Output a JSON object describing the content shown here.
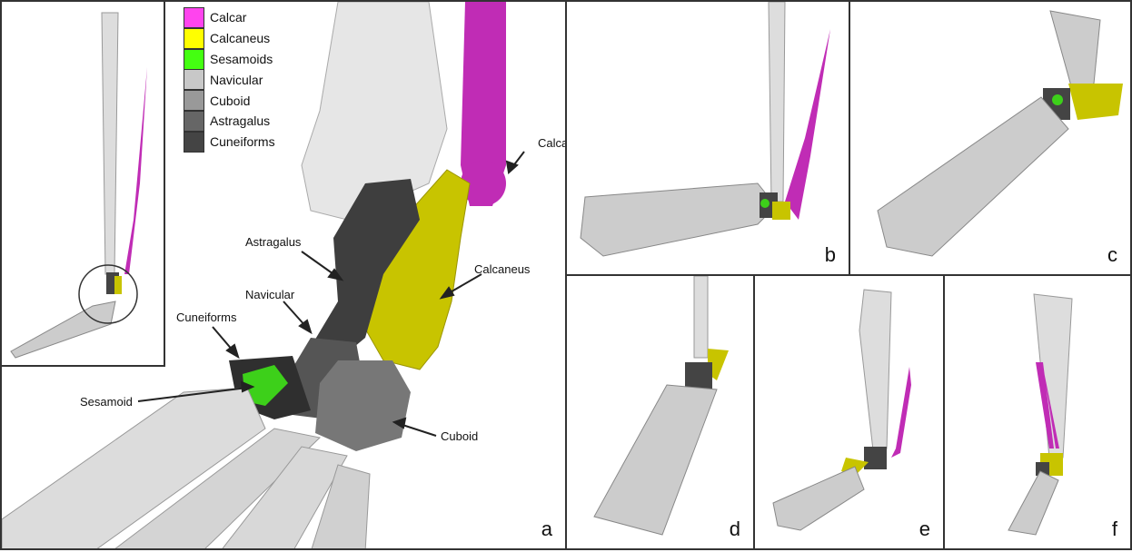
{
  "legend": [
    {
      "label": "Calcar",
      "color": "#ff44ee"
    },
    {
      "label": "Calcaneus",
      "color": "#ffff00"
    },
    {
      "label": "Sesamoids",
      "color": "#44ff11"
    },
    {
      "label": "Navicular",
      "color": "#c8c8c8"
    },
    {
      "label": "Cuboid",
      "color": "#999999"
    },
    {
      "label": "Astragalus",
      "color": "#666666"
    },
    {
      "label": "Cuneiforms",
      "color": "#444444"
    }
  ],
  "annotations": {
    "calcar": "Calcar",
    "astragalus": "Astragalus",
    "calcaneus": "Calcaneus",
    "navicular": "Navicular",
    "cuneiforms": "Cuneiforms",
    "sesamoid": "Sesamoid",
    "cuboid": "Cuboid"
  },
  "panels": {
    "a": "a",
    "b": "b",
    "c": "c",
    "d": "d",
    "e": "e",
    "f": "f"
  }
}
